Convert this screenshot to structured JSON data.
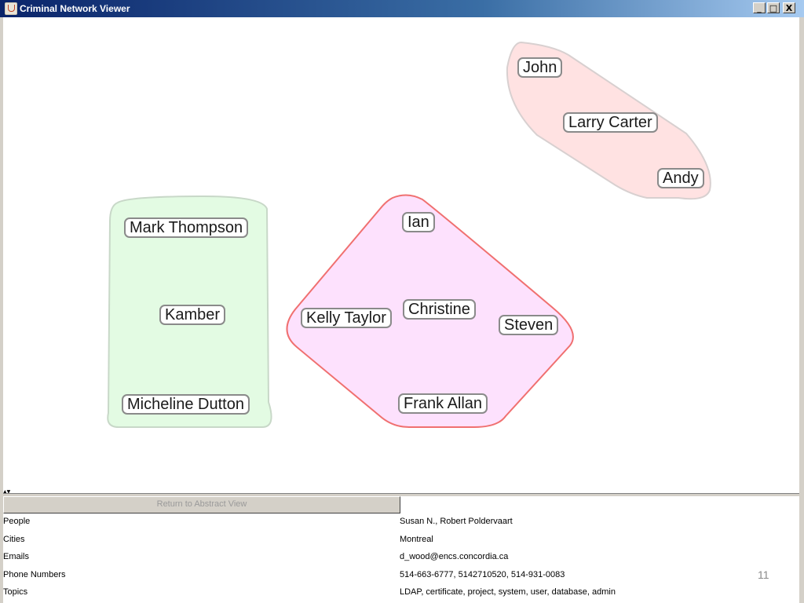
{
  "window": {
    "title": "Criminal Network Viewer",
    "controls": {
      "minimize": "_",
      "maximize": "□",
      "close": "X"
    }
  },
  "groups": [
    {
      "id": "green-group",
      "fill": "#e3fbe3",
      "stroke": "#c8d8c8",
      "nodes": [
        "Mark Thompson",
        "Kamber",
        "Micheline Dutton"
      ]
    },
    {
      "id": "magenta-group",
      "fill": "#fde1fd",
      "stroke": "#f07070",
      "nodes": [
        "Ian",
        "Kelly Taylor",
        "Christine",
        "Steven",
        "Frank Allan"
      ]
    },
    {
      "id": "pink-group",
      "fill": "#ffe2e2",
      "stroke": "#d8d0d0",
      "nodes": [
        "John",
        "Larry Carter",
        "Andy"
      ]
    }
  ],
  "bottom_panel": {
    "return_button": "Return to Abstract View",
    "splitter_arrows": "▲▼",
    "rows": [
      {
        "label": "People",
        "value": "Susan N., Robert Poldervaart"
      },
      {
        "label": "Cities",
        "value": "Montreal"
      },
      {
        "label": "Emails",
        "value": "d_wood@encs.concordia.ca"
      },
      {
        "label": "Phone Numbers",
        "value": "514-663-6777, 5142710520, 514-931-0083"
      },
      {
        "label": "Topics",
        "value": "LDAP, certificate, project, system, user, database, admin"
      }
    ]
  },
  "page_number": "11"
}
